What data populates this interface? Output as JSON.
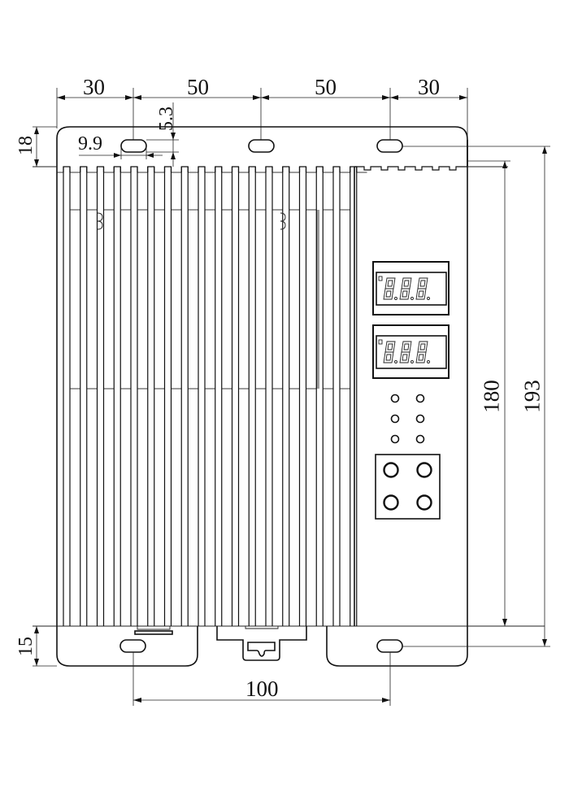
{
  "drawing": {
    "type": "mechanical-outline-drawing",
    "subject": "finned enclosure controller with dual 3-digit LED displays",
    "line_color": "#111111",
    "background": "#ffffff"
  },
  "dimensions": {
    "top_spacing": [
      "30",
      "50",
      "50",
      "30"
    ],
    "slot_width": "9.9",
    "slot_height": "5.3",
    "top_tab_height": "18",
    "bottom_tab_height": "15",
    "bottom_hole_spacing": "100",
    "body_height": "180",
    "overall_height": "193"
  },
  "front_panel": {
    "displays": [
      {
        "segments": "8.8.8."
      },
      {
        "segments": "8.8.8."
      }
    ],
    "indicator_leds": 6,
    "buttons": 4
  }
}
